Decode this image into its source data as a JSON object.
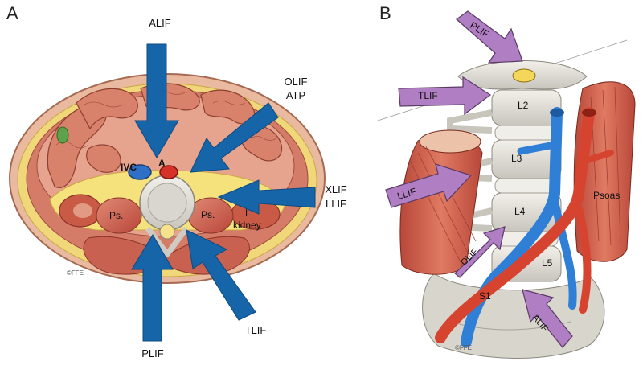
{
  "panel_a": {
    "letter": "A",
    "approaches": {
      "alif": "ALIF",
      "olif": "OLIF",
      "atp": "ATP",
      "xlif": "XLIF",
      "llif": "LLIF",
      "plif": "PLIF",
      "tlif": "TLIF"
    },
    "structures": {
      "ivc": "IVC",
      "aorta": "A",
      "psoas_left": "Ps.",
      "psoas_right": "Ps.",
      "l_prefix": "L",
      "kidney": "kidney"
    },
    "watermark": "©FFE"
  },
  "panel_b": {
    "letter": "B",
    "approaches": {
      "plif": "PLIF",
      "tlif": "TLIF",
      "llif": "LLIF",
      "olif": "OLIF",
      "alif": "ALIF"
    },
    "vertebrae": {
      "l2": "L2",
      "l3": "L3",
      "l4": "L4",
      "l5": "L5",
      "s1": "S1"
    },
    "muscle": "Psoas",
    "watermark": "©FFE"
  },
  "colors": {
    "arrow_blue": "#1565a8",
    "arrow_purple": "#b580c4",
    "muscle_red": "#c9574a",
    "fat_yellow": "#f3e07a",
    "bone": "#dcdad4",
    "vein_blue": "#3b8ed6",
    "artery_red": "#d6432e"
  }
}
